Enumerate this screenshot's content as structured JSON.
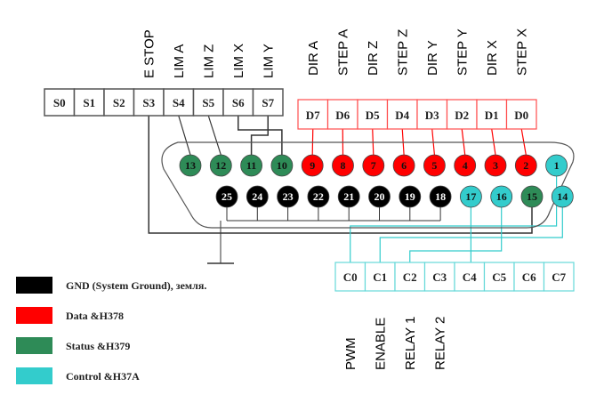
{
  "title": "Parallel port (DB-25) pinout for CNC controller",
  "colors": {
    "gnd": "#000000",
    "data": "#ff0000",
    "status": "#2e8b57",
    "control": "#33cccc",
    "wire": "#333333",
    "box_border_status": "#555555",
    "box_border_data": "#ff4d4d",
    "box_border_control": "#66d9d9"
  },
  "status_register": {
    "boxes": [
      "S0",
      "S1",
      "S2",
      "S3",
      "S4",
      "S5",
      "S6",
      "S7"
    ],
    "signal_labels": [
      {
        "box": "S3",
        "label": "E STOP"
      },
      {
        "box": "S4",
        "label": "LIM A"
      },
      {
        "box": "S5",
        "label": "LIM Z"
      },
      {
        "box": "S6",
        "label": "LIM X"
      },
      {
        "box": "S7",
        "label": "LIM Y"
      }
    ],
    "connections": [
      {
        "box": "S3",
        "pin": "15"
      },
      {
        "box": "S4",
        "pin": "13"
      },
      {
        "box": "S5",
        "pin": "12"
      },
      {
        "box": "S6",
        "pin": "10"
      },
      {
        "box": "S7",
        "pin": "11"
      }
    ]
  },
  "data_register": {
    "boxes": [
      "D7",
      "D6",
      "D5",
      "D4",
      "D3",
      "D2",
      "D1",
      "D0"
    ],
    "signal_labels": [
      "DIR A",
      "STEP A",
      "DIR Z",
      "STEP Z",
      "DIR Y",
      "STEP Y",
      "DIR X",
      "STEP X"
    ],
    "pins": [
      "9",
      "8",
      "7",
      "6",
      "5",
      "4",
      "3",
      "2"
    ]
  },
  "control_register": {
    "boxes": [
      "C0",
      "C1",
      "C2",
      "C3",
      "C4",
      "C5",
      "C6",
      "C7"
    ],
    "signal_labels": [
      "PWM",
      "ENABLE",
      "RELAY 1",
      "RELAY 2"
    ],
    "connections": [
      {
        "box": "C0",
        "pin": "1"
      },
      {
        "box": "C1",
        "pin": "14"
      },
      {
        "box": "C2",
        "pin": "16"
      },
      {
        "box": "C3",
        "pin": "17"
      }
    ]
  },
  "connector": {
    "top_row": [
      {
        "num": "13",
        "type": "status"
      },
      {
        "num": "12",
        "type": "status"
      },
      {
        "num": "11",
        "type": "status"
      },
      {
        "num": "10",
        "type": "status"
      },
      {
        "num": "9",
        "type": "data"
      },
      {
        "num": "8",
        "type": "data"
      },
      {
        "num": "7",
        "type": "data"
      },
      {
        "num": "6",
        "type": "data"
      },
      {
        "num": "5",
        "type": "data"
      },
      {
        "num": "4",
        "type": "data"
      },
      {
        "num": "3",
        "type": "data"
      },
      {
        "num": "2",
        "type": "data"
      },
      {
        "num": "1",
        "type": "control"
      }
    ],
    "bottom_row": [
      {
        "num": "25",
        "type": "gnd"
      },
      {
        "num": "24",
        "type": "gnd"
      },
      {
        "num": "23",
        "type": "gnd"
      },
      {
        "num": "22",
        "type": "gnd"
      },
      {
        "num": "21",
        "type": "gnd"
      },
      {
        "num": "20",
        "type": "gnd"
      },
      {
        "num": "19",
        "type": "gnd"
      },
      {
        "num": "18",
        "type": "gnd"
      },
      {
        "num": "17",
        "type": "control"
      },
      {
        "num": "16",
        "type": "control"
      },
      {
        "num": "15",
        "type": "status"
      },
      {
        "num": "14",
        "type": "control"
      }
    ]
  },
  "legend": [
    {
      "key": "gnd",
      "label": "GND (System Ground), земля."
    },
    {
      "key": "data",
      "label": "Data &H378"
    },
    {
      "key": "status",
      "label": "Status &H379"
    },
    {
      "key": "control",
      "label": "Control &H37A"
    }
  ]
}
